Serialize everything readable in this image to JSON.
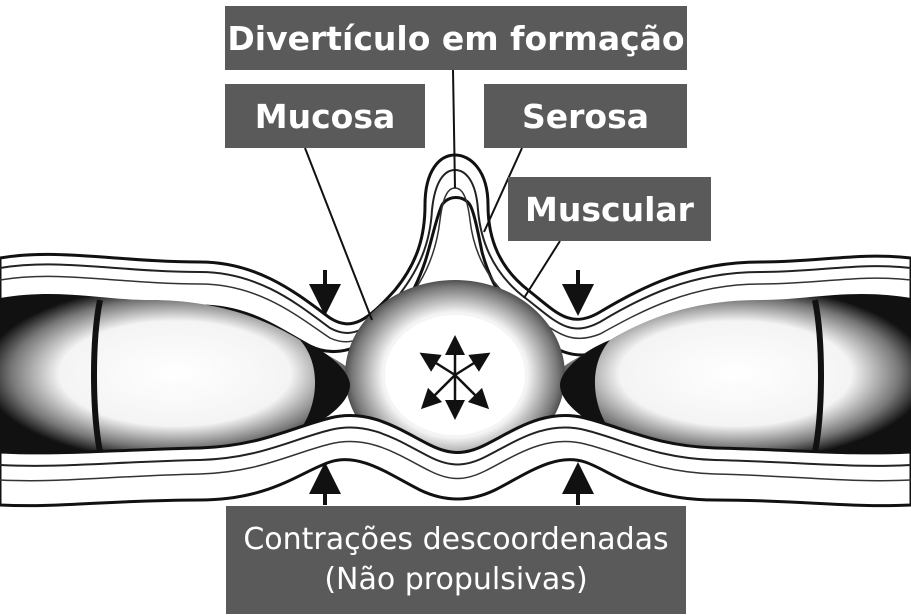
{
  "labels": {
    "diverticulo": "Divertículo em formação",
    "mucosa": "Mucosa",
    "serosa": "Serosa",
    "muscular": "Muscular",
    "contracoes_line1": "Contrações descoordenadas",
    "contracoes_line2": "(Não propulsivas)"
  },
  "colors": {
    "label_background": "#5a5a5a",
    "label_text": "#ffffff",
    "ink": "#111111"
  }
}
